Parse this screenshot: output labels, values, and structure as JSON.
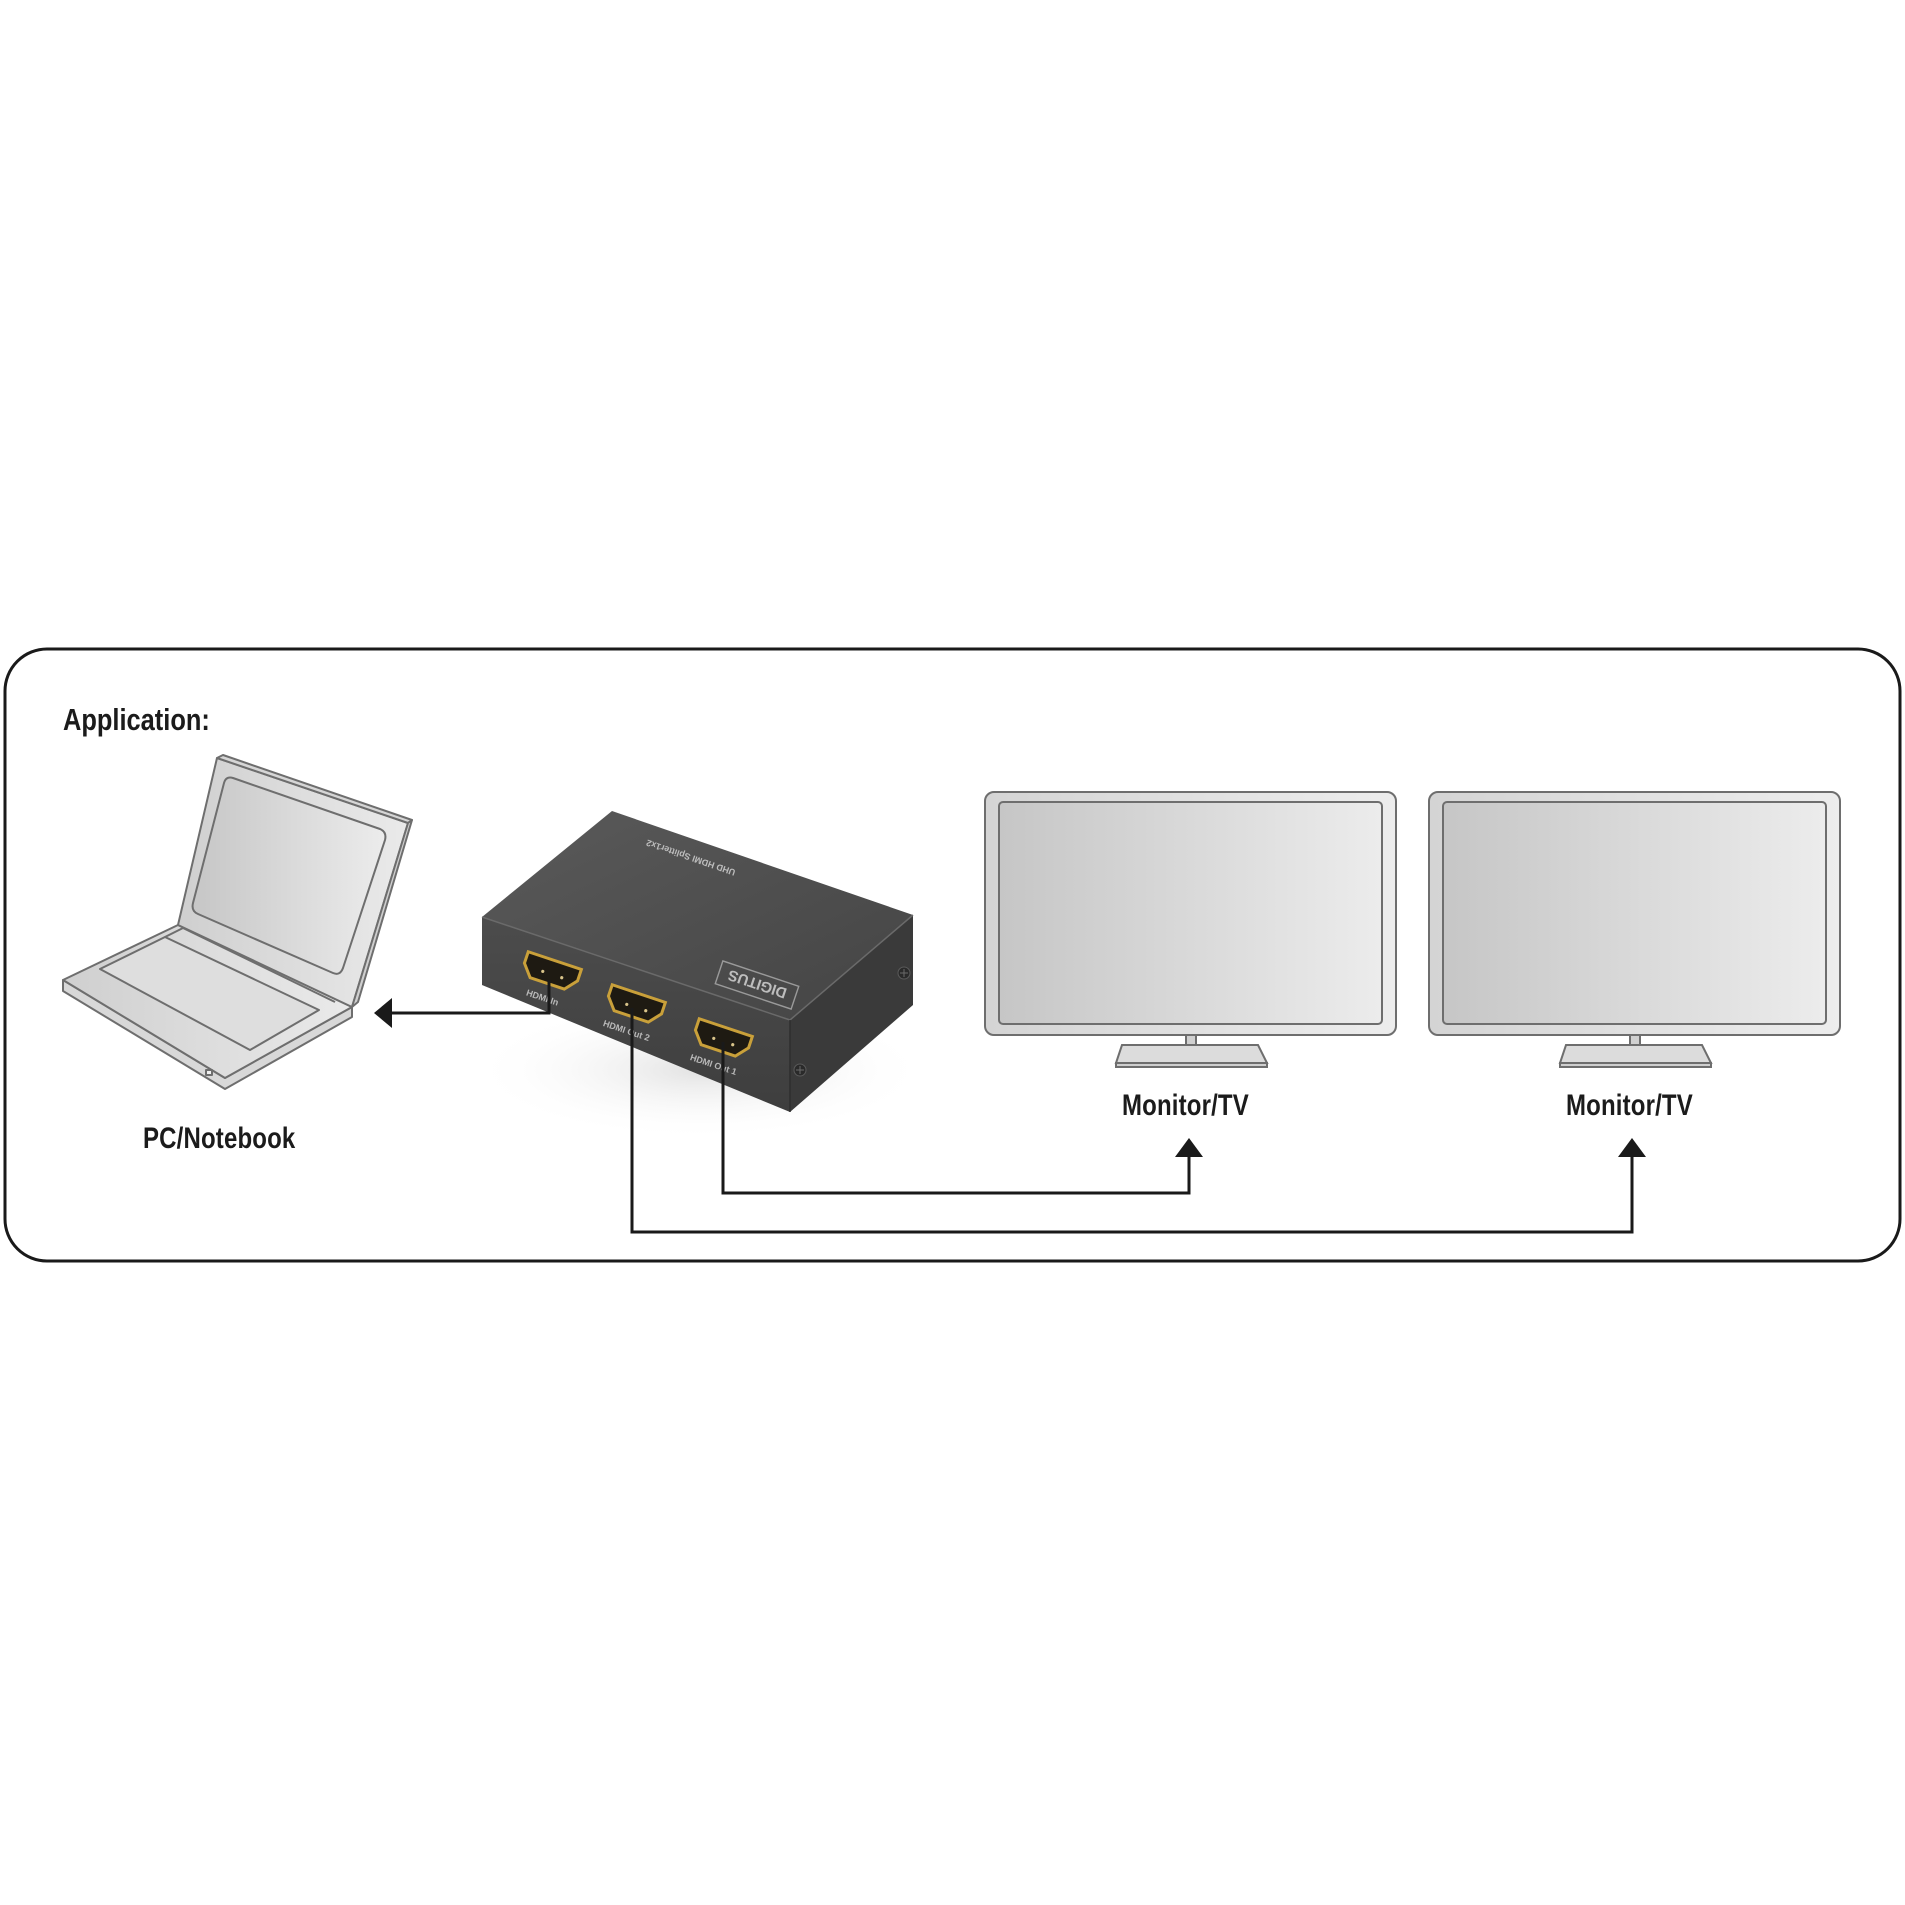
{
  "diagram": {
    "title": "Application:",
    "colors": {
      "frame": "#1a1a1a",
      "connector_line": "#1a1a1a",
      "device_fill_light": "#e6e6e6",
      "device_fill_dark": "#c8c8c8",
      "device_outline": "#6e6e6e",
      "splitter_body": "#4a4a4a",
      "port_gold": "#c9a03a"
    },
    "nodes": {
      "source": {
        "label": "PC/Notebook",
        "icon": "laptop-icon"
      },
      "splitter": {
        "icon": "hdmi-splitter-icon",
        "top_print": "UHD HDMI Splitter1x2",
        "brand": "DIGITUS",
        "ports": [
          {
            "id": "in",
            "label": "HDMI In"
          },
          {
            "id": "out2",
            "label": "HDMI Out 2"
          },
          {
            "id": "out1",
            "label": "HDMI Out 1"
          }
        ]
      },
      "display1": {
        "label": "Monitor/TV",
        "icon": "monitor-icon"
      },
      "display2": {
        "label": "Monitor/TV",
        "icon": "monitor-icon"
      }
    },
    "connections": [
      {
        "from": "HDMI In",
        "to": "PC/Notebook",
        "arrow": "left"
      },
      {
        "from": "HDMI Out 1",
        "to": "Monitor/TV (1)",
        "arrow": "up"
      },
      {
        "from": "HDMI Out 2",
        "to": "Monitor/TV (2)",
        "arrow": "up"
      }
    ]
  }
}
